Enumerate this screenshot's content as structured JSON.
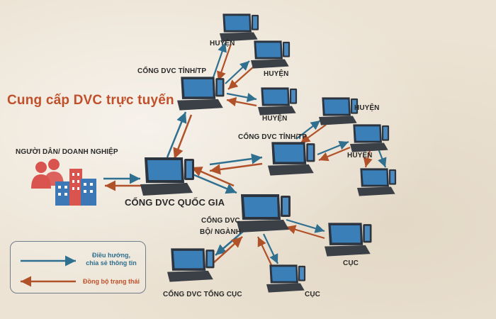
{
  "title": "Cung cấp DVC trực tuyến",
  "nodes": {
    "citizen": "NGƯỜI DÂN/ DOANH NGHIỆP",
    "national": "CỔNG DVC QUỐC GIA",
    "province_top": "CỔNG DVC TỈNH/TP",
    "province_mid": "CỔNG DVC TỈNH/TP",
    "ministry_line1": "CỔNG DVC",
    "ministry_line2": "BỘ/ NGÀNH",
    "general_dept": "CỔNG DVC TỔNG CỤC",
    "district_1": "HUYỆN",
    "district_2": "HUYỆN",
    "district_3": "HUYỆN",
    "district_4": "HUYỆN",
    "district_5": "HUYỆN",
    "dept_1": "CỤC",
    "dept_2": "CỤC"
  },
  "legend": {
    "blue_line1": "Điều hướng,",
    "blue_line2": "chia sẻ thông tin",
    "orange": "Đồng bộ trạng thái"
  },
  "colors": {
    "blue_arrow": "#2f6f8f",
    "orange_arrow": "#b0512a",
    "title": "#c0502b",
    "people_red": "#d9534f",
    "building_blue": "#3b78b5"
  },
  "icons": [
    "laptop-icon",
    "people-buildings-icon",
    "blue-arrow-icon",
    "orange-arrow-icon"
  ]
}
